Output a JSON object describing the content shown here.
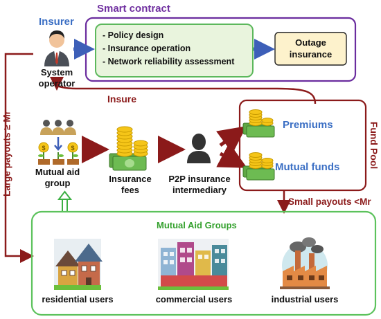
{
  "insurer": {
    "title": "Insurer",
    "role_line1": "System",
    "role_line2": "operator"
  },
  "smart_contract": {
    "title": "Smart contract",
    "items": [
      "- Policy design",
      "- Insurance operation",
      "- Network reliability assessment"
    ],
    "product_line1": "Outage",
    "product_line2": "insurance"
  },
  "insure_label": "Insure",
  "large_payouts_label": "Large payouts ≥ Mr",
  "mutual_aid_group": {
    "line1": "Mutual aid",
    "line2": "group"
  },
  "insurance_fees": {
    "line1": "Insurance",
    "line2": "fees"
  },
  "p2p": {
    "line1": "P2P insurance",
    "line2": "intermediary"
  },
  "fund_pool": {
    "title": "Fund Pool",
    "premiums": "Premiums",
    "mutual_funds": "Mutual funds"
  },
  "small_payouts_label": "Small payouts <Mr",
  "mutual_aid_groups": {
    "title": "Mutual Aid Groups",
    "users": [
      {
        "label": "residential users",
        "icon": "residential-houses-icon"
      },
      {
        "label": "commercial users",
        "icon": "commercial-buildings-icon"
      },
      {
        "label": "industrial users",
        "icon": "factory-icon"
      }
    ]
  },
  "colors": {
    "contract_border": "#6a2c9e",
    "inner_box_border": "#5cb85c",
    "inner_box_fill": "#e9f4dd",
    "outage_fill": "#fdf2cc",
    "fund_border": "#8b1a1a",
    "dark_red": "#8b1a1a",
    "blue_text": "#3b6fc4",
    "green_border": "#5cc25c",
    "purple_title": "#7030a0",
    "green_title": "#33a02c"
  }
}
